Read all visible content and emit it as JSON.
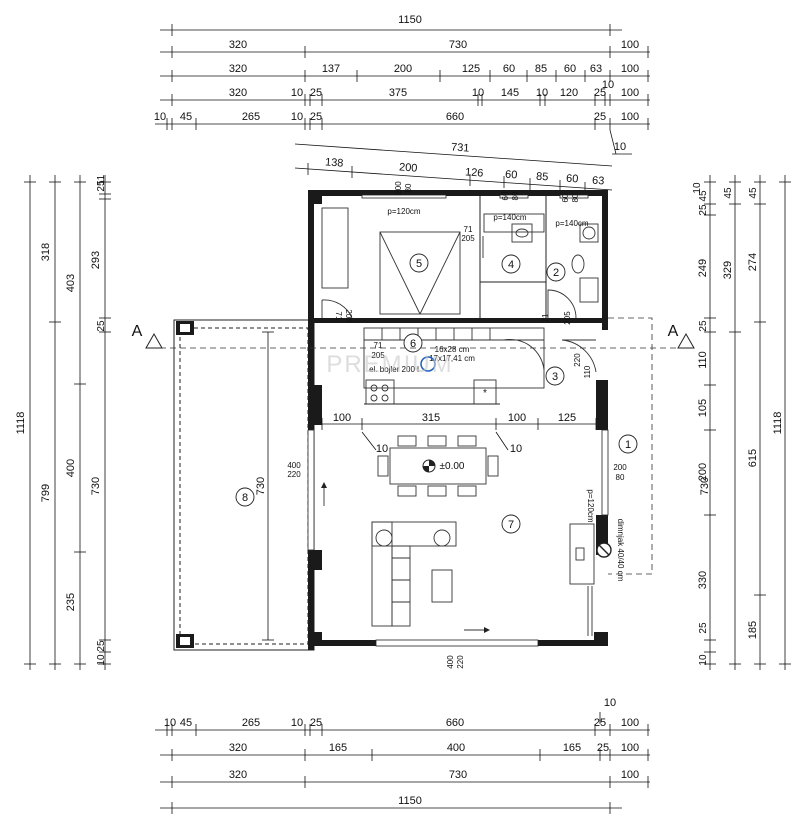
{
  "dimensions": {
    "top": [
      [
        "1150"
      ],
      [
        "320",
        "730",
        "100"
      ],
      [
        "320",
        "137",
        "200",
        "125",
        "60",
        "85",
        "60",
        "63",
        "100"
      ],
      [
        "320",
        "10",
        "25",
        "375",
        "10",
        "145",
        "10",
        "120",
        "25",
        "10",
        "100"
      ],
      [
        "10",
        "45",
        "265",
        "10",
        "25",
        "660",
        "25",
        "100"
      ]
    ],
    "top_extra": "10",
    "skew": [
      "731",
      "138",
      "200",
      "126",
      "60",
      "85",
      "60",
      "63"
    ],
    "bottom": [
      [
        "10",
        "10",
        "45",
        "265",
        "10",
        "25",
        "660",
        "25",
        "100"
      ],
      [
        "320",
        "165",
        "400",
        "165",
        "25",
        "100"
      ],
      [
        "320",
        "730",
        "100"
      ],
      [
        "1150"
      ]
    ],
    "left": [
      [
        "1118"
      ],
      [
        "318",
        "799"
      ],
      [
        "403",
        "400",
        "235"
      ],
      [
        "25",
        "11",
        "293",
        "25",
        "730",
        "25",
        "10"
      ]
    ],
    "right": [
      [
        "10",
        "45",
        "25",
        "249",
        "25",
        "110",
        "105",
        "200",
        "330",
        "25",
        "10"
      ],
      [
        "45",
        "329",
        "730"
      ],
      [
        "45",
        "274",
        "1118",
        "615",
        "185"
      ]
    ]
  },
  "rooms": [
    "1",
    "2",
    "3",
    "4",
    "5",
    "6",
    "7",
    "8"
  ],
  "section_marks": [
    "A",
    "A"
  ],
  "labels": {
    "interior_dims": [
      "100",
      "315",
      "100",
      "125",
      "10",
      "10"
    ],
    "level": "±0.00",
    "stair": [
      "16x28 cm",
      "17x17,41 cm"
    ],
    "boiler": "el. bojler 200 l",
    "terrace_width": "730",
    "chimney": "dimnjak 40/40 cm"
  },
  "openings": {
    "window_top_1": [
      "200",
      "80",
      "p=120cm"
    ],
    "window_top_2": [
      "60",
      "80",
      "p=140cm"
    ],
    "window_top_3": [
      "60",
      "80",
      "p=140cm"
    ],
    "door_room4": [
      "71",
      "205"
    ],
    "door_room5": [
      "71",
      "205"
    ],
    "door_room2": [
      "71",
      "205"
    ],
    "door_room6": [
      "71",
      "205"
    ],
    "door_room3": [
      "220",
      "110"
    ],
    "window_right": [
      "200",
      "80",
      "p=120cm"
    ],
    "door_left": [
      "400",
      "220"
    ],
    "door_bottom": [
      "400",
      "220"
    ]
  },
  "watermark": "PREMIUM"
}
